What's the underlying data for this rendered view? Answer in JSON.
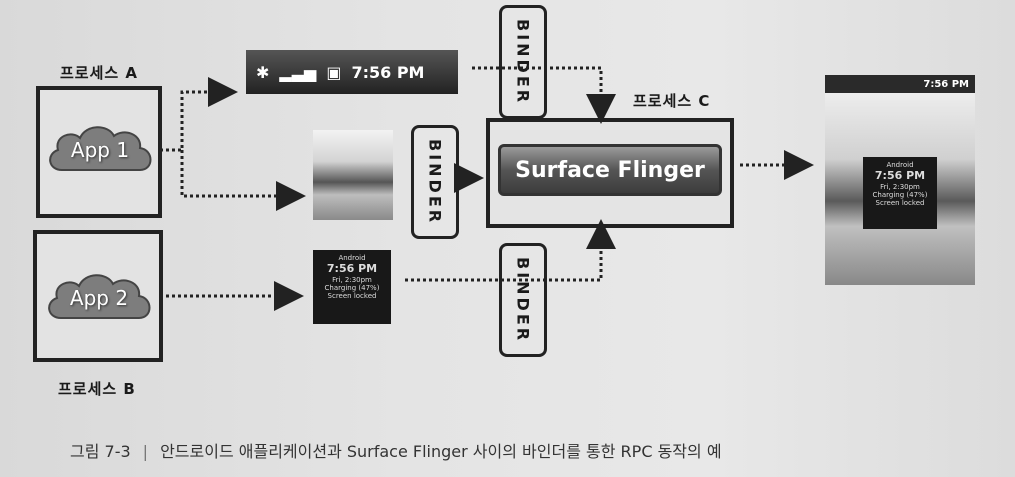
{
  "process_a_label": "프로세스 A",
  "process_b_label": "프로세스 B",
  "process_c_label": "프로세스 C",
  "app1_label": "App 1",
  "app2_label": "App 2",
  "status_time": "7:56 PM",
  "binder_label": "BINDER",
  "surface_flinger_label": "Surface Flinger",
  "lockscreen": {
    "carrier": "Android",
    "time": "7:56 PM",
    "line1": "Fri, 2:30pm",
    "line2": "Charging (47%)",
    "line3": "Screen locked"
  },
  "phone_status_time": "7:56 PM",
  "caption_number": "그림 7-3",
  "caption_text": "안드로이드 애플리케이션과 Surface Flinger 사이의 바인더를 통한 RPC 동작의 예"
}
